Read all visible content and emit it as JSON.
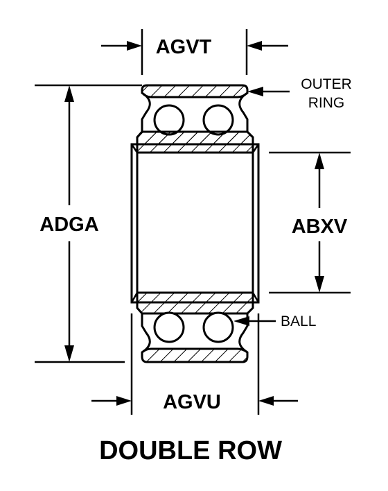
{
  "labels": {
    "top_width": "AGVT",
    "bottom_width": "AGVU",
    "outer_diameter": "ADGA",
    "bore_diameter": "ABXV",
    "outer_ring_line1": "OUTER",
    "outer_ring_line2": "RING",
    "ball": "BALL"
  },
  "caption": "DOUBLE ROW",
  "colors": {
    "ink": "#000000",
    "paper": "#ffffff"
  }
}
